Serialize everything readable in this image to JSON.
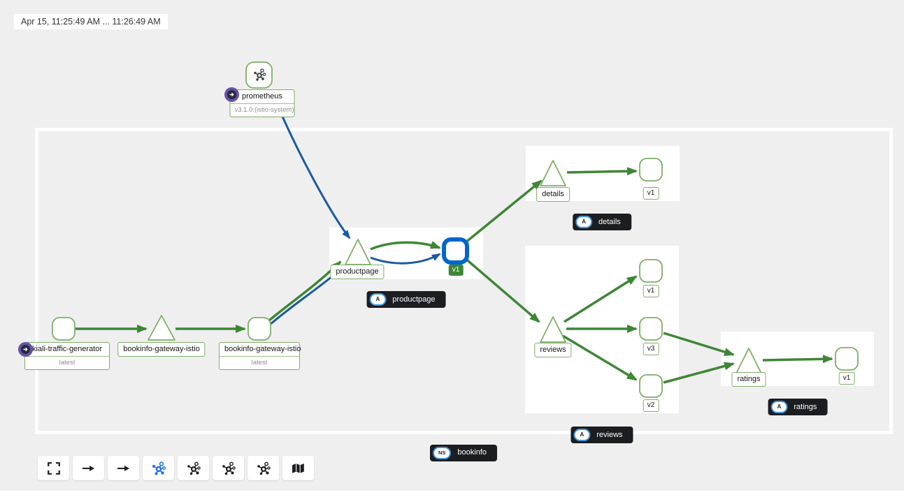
{
  "header": {
    "time_range": "Apr 15, 11:25:49 AM ... 11:26:49 AM"
  },
  "graph": {
    "nodes": {
      "prometheus": {
        "label": "prometheus",
        "version": "v3.1.0:(istio-system)"
      },
      "traffic_generator": {
        "label": "kiali-traffic-generator",
        "version": "latest"
      },
      "gateway_service": {
        "label": "bookinfo-gateway-istio"
      },
      "gateway_workload": {
        "label": "bookinfo-gateway-istio",
        "version": "latest"
      },
      "productpage_service": {
        "label": "productpage"
      },
      "productpage_workload": {
        "label": "v1"
      },
      "details_service": {
        "label": "details"
      },
      "details_workload": {
        "label": "v1"
      },
      "reviews_service": {
        "label": "reviews"
      },
      "reviews_workload_v1": {
        "label": "v1"
      },
      "reviews_workload_v3": {
        "label": "v3"
      },
      "reviews_workload_v2": {
        "label": "v2"
      },
      "ratings_service": {
        "label": "ratings"
      },
      "ratings_workload": {
        "label": "v1"
      }
    },
    "app_badges": {
      "productpage": {
        "badge": "A",
        "label": "productpage"
      },
      "details": {
        "badge": "A",
        "label": "details"
      },
      "reviews": {
        "badge": "A",
        "label": "reviews"
      },
      "ratings": {
        "badge": "A",
        "label": "ratings"
      }
    },
    "namespace_badge": {
      "badge": "NS",
      "label": "bookinfo"
    },
    "edges": [
      {
        "from": "kiali-traffic-generator",
        "to": "bookinfo-gateway-istio (service)",
        "protocol": "http-success"
      },
      {
        "from": "bookinfo-gateway-istio (service)",
        "to": "bookinfo-gateway-istio (workload)",
        "protocol": "http-success"
      },
      {
        "from": "bookinfo-gateway-istio (workload)",
        "to": "productpage (service)",
        "protocol": "http-success"
      },
      {
        "from": "bookinfo-gateway-istio (workload)",
        "to": "productpage (service)",
        "protocol": "tcp"
      },
      {
        "from": "prometheus",
        "to": "productpage (service)",
        "protocol": "tcp"
      },
      {
        "from": "productpage (service)",
        "to": "productpage v1",
        "protocol": "http-success"
      },
      {
        "from": "productpage (service)",
        "to": "productpage v1",
        "protocol": "tcp"
      },
      {
        "from": "productpage v1",
        "to": "details (service)",
        "protocol": "http-success"
      },
      {
        "from": "details (service)",
        "to": "details v1",
        "protocol": "http-success"
      },
      {
        "from": "productpage v1",
        "to": "reviews (service)",
        "protocol": "http-success"
      },
      {
        "from": "reviews (service)",
        "to": "reviews v1",
        "protocol": "http-success"
      },
      {
        "from": "reviews (service)",
        "to": "reviews v3",
        "protocol": "http-success"
      },
      {
        "from": "reviews (service)",
        "to": "reviews v2",
        "protocol": "http-success"
      },
      {
        "from": "reviews v3",
        "to": "ratings (service)",
        "protocol": "http-success"
      },
      {
        "from": "reviews v2",
        "to": "ratings (service)",
        "protocol": "http-success"
      },
      {
        "from": "ratings (service)",
        "to": "ratings v1",
        "protocol": "http-success"
      }
    ],
    "colors": {
      "http_success_edge": "#3E8635",
      "tcp_edge": "#1B5BA0",
      "node_border": "#7FAF67",
      "selected_node": "#0066CC",
      "version_badge": "#3E8635",
      "root_badge": "#6A50A5",
      "group_label_bg": "#1B1D21"
    }
  },
  "toolbar": {
    "buttons": [
      {
        "name": "fit-view",
        "icon": "expand-icon"
      },
      {
        "name": "display-option-1",
        "icon": "arrow-right-icon"
      },
      {
        "name": "display-option-2",
        "icon": "arrow-right-icon"
      },
      {
        "name": "layout-1",
        "icon": "topology-icon",
        "active": true
      },
      {
        "name": "layout-2",
        "icon": "topology-icon",
        "active": false
      },
      {
        "name": "layout-3",
        "icon": "topology-icon",
        "active": false
      },
      {
        "name": "layout-4",
        "icon": "topology-icon",
        "active": false
      },
      {
        "name": "minimap-toggle",
        "icon": "map-icon",
        "active": false
      }
    ]
  }
}
